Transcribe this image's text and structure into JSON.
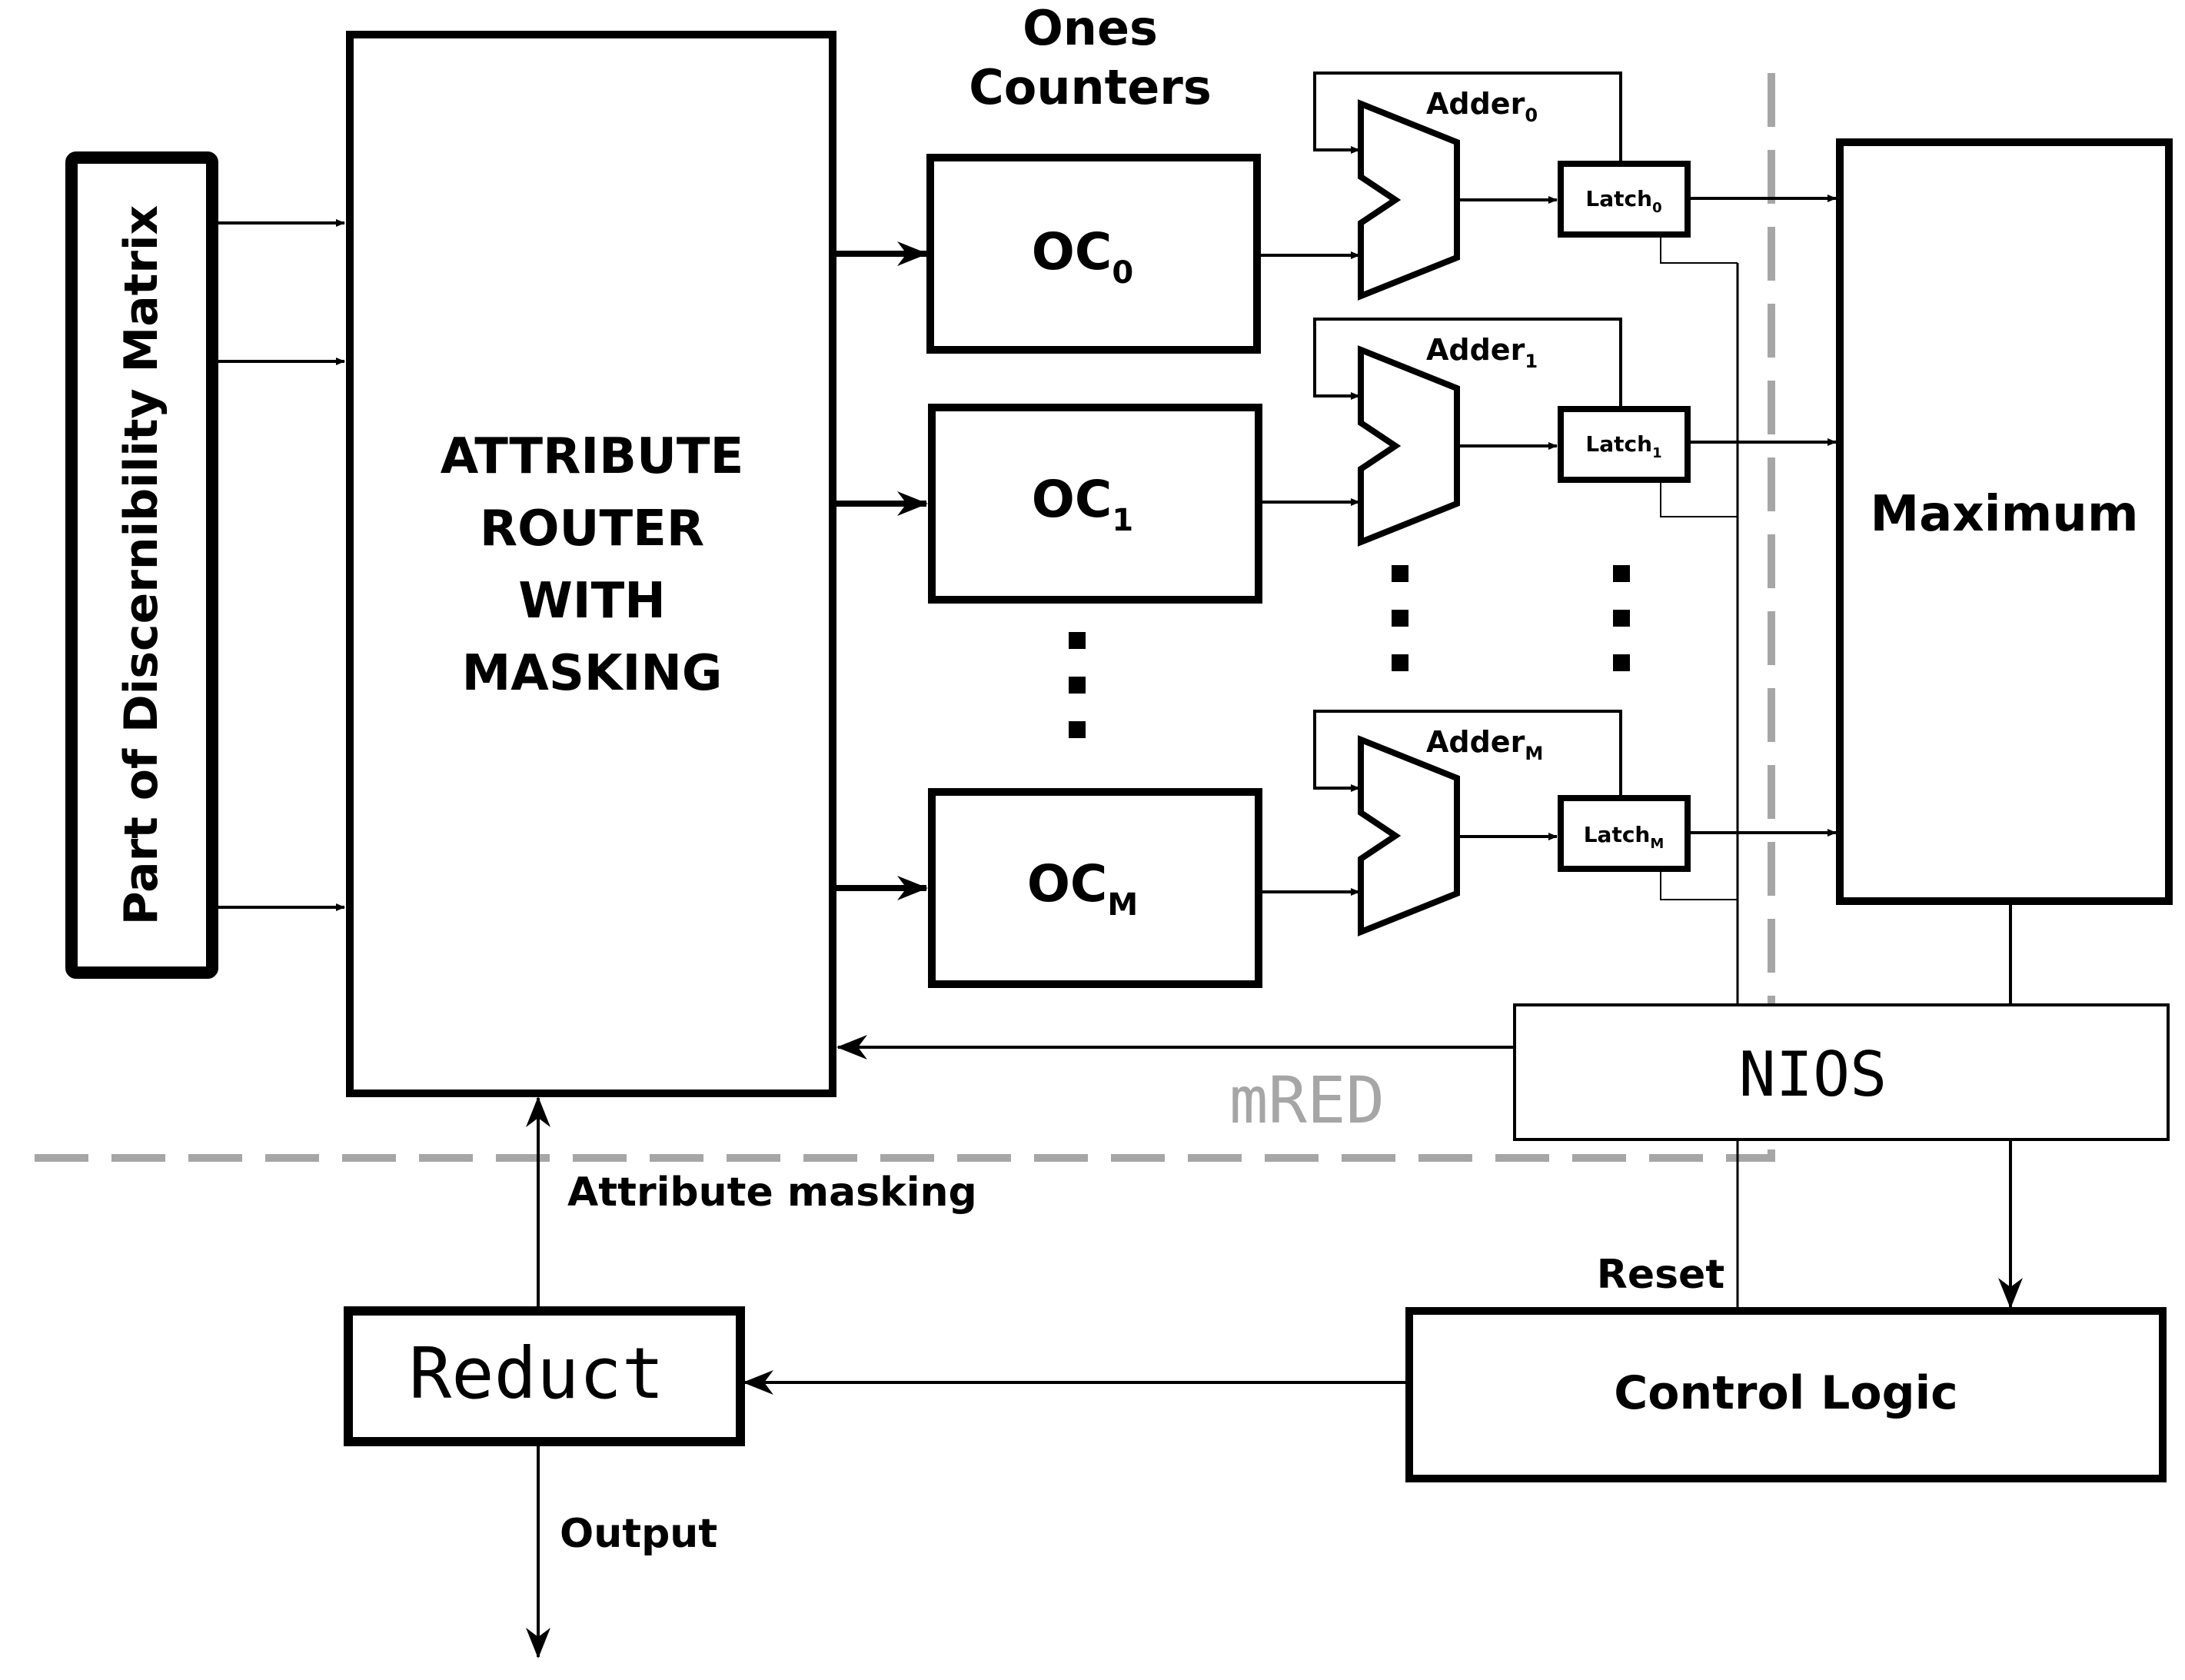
{
  "diagram": {
    "discernibility_label": "Part of Discernibility Matrix",
    "ones_counters_title": [
      "Ones",
      "Counters"
    ],
    "router_lines": [
      "ATTRIBUTE",
      "ROUTER",
      "WITH",
      "MASKING"
    ],
    "oc": [
      {
        "base": "OC",
        "sub": "0"
      },
      {
        "base": "OC",
        "sub": "1"
      },
      {
        "base": "OC",
        "sub": "M"
      }
    ],
    "adders": [
      {
        "base": "Adder",
        "sub": "0"
      },
      {
        "base": "Adder",
        "sub": "1"
      },
      {
        "base": "Adder",
        "sub": "M"
      }
    ],
    "latches": [
      {
        "base": "Latch",
        "sub": "0"
      },
      {
        "base": "Latch",
        "sub": "1"
      },
      {
        "base": "Latch",
        "sub": "M"
      }
    ],
    "maximum_label": "Maximum",
    "nios_label": "NIOS",
    "mred_label": "mRED",
    "attribute_masking_label": "Attribute masking",
    "reset_label": "Reset",
    "reduct_label": "Reduct",
    "control_logic_label": "Control Logic",
    "output_label": "Output",
    "colors": {
      "stroke": "#000000",
      "dashed_region": "#a6a6a6"
    }
  }
}
